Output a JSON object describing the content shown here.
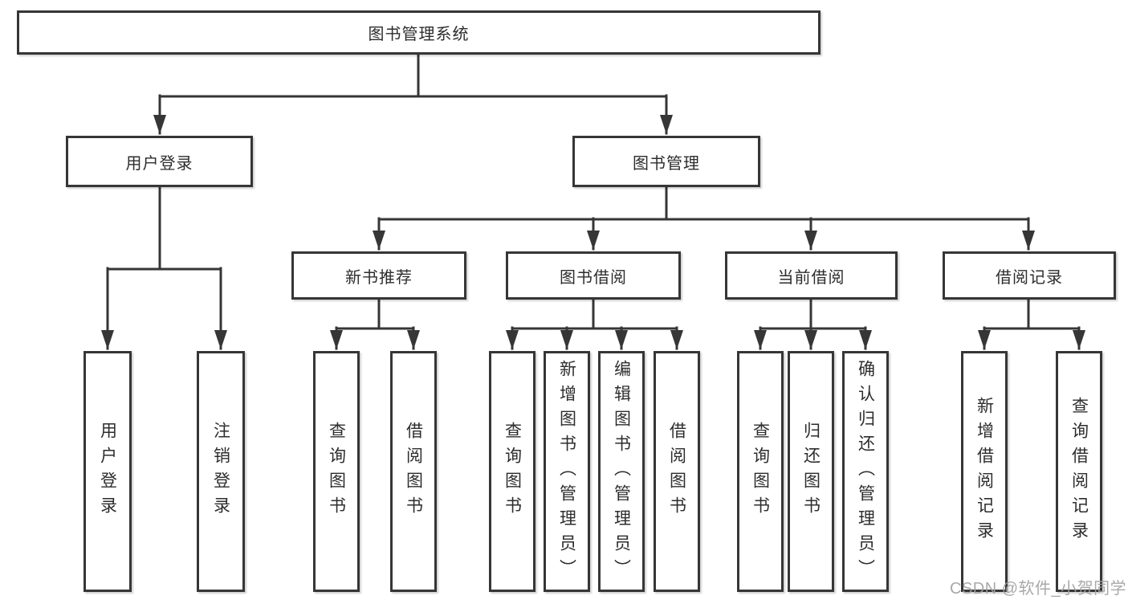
{
  "diagram": {
    "root": "图书管理系统",
    "level2": {
      "user_login": {
        "label": "用户登录",
        "leaves": [
          "用户登录",
          "注销登录"
        ]
      },
      "book_mgmt": {
        "label": "图书管理",
        "children": [
          {
            "label": "新书推荐",
            "leaves": [
              "查询图书",
              "借阅图书"
            ]
          },
          {
            "label": "图书借阅",
            "leaves": [
              "查询图书",
              "新增图书（管理员）",
              "编辑图书（管理员）",
              "借阅图书"
            ]
          },
          {
            "label": "当前借阅",
            "leaves": [
              "查询图书",
              "归还图书",
              "确认归还（管理员）"
            ]
          },
          {
            "label": "借阅记录",
            "leaves": [
              "新增借阅记录",
              "查询借阅记录"
            ]
          }
        ]
      }
    },
    "watermark": "CSDN @软件_小贺同学",
    "colors": {
      "line": "#363636",
      "text": "#2d2d2d",
      "watermark": "#a2a2a2"
    }
  }
}
